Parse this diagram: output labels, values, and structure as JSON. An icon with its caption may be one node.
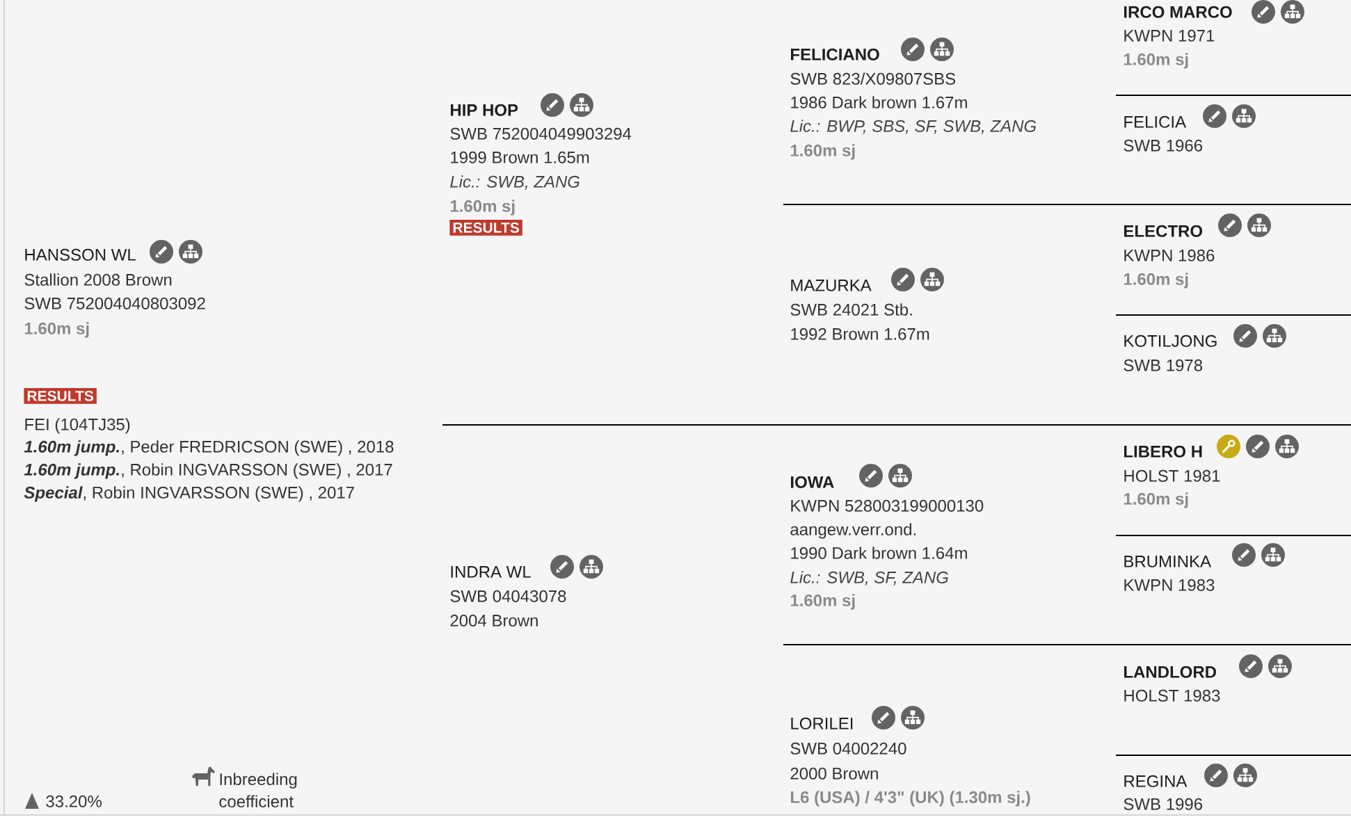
{
  "diagram": {
    "nodes": [
      {
        "text": [
          "HANSSON WL",
          "Stallion 2008 Brown",
          "SWB 752004040803092",
          "1.60m sj",
          "RESULTS",
          "FEI (104TJ35)",
          "**1.60m jump.**, Peder FREDRICSON (SWE) , 2018",
          "**1.60m jump.**, Robin INGVARSSON (SWE) , 2017",
          "**Special**, Robin INGVARSSON (SWE) , 2017"
        ]
      },
      {
        "text": [
          "HIP HOP",
          "SWB 752004049903294",
          "1999 Brown 1.65m",
          "Lic.: SWB, ZANG",
          "1.60m sj",
          "RESULTS"
        ]
      },
      {
        "text": [
          "INDRA WL",
          "SWB 04043078",
          "2004 Brown"
        ]
      },
      {
        "text": [
          "FELICIANO",
          "SWB 823/X09807SBS",
          "1986 Dark brown 1.67m",
          "Lic.: BWP, SBS, SF, SWB, ZANG",
          "1.60m sj"
        ]
      },
      {
        "text": [
          "MAZURKA",
          "SWB 24021 Stb.",
          "1992 Brown 1.67m"
        ]
      },
      {
        "text": [
          "IOWA",
          "KWPN 528003199000130",
          "aangew.verr.ond.",
          "1990 Dark brown 1.64m",
          "Lic.: SWB, SF, ZANG",
          "1.60m sj"
        ]
      },
      {
        "text": [
          "LORILEI",
          "SWB 04002240",
          "2000 Brown",
          "L6 (USA) / 4'3\" (UK) (1.30m sj.)"
        ]
      },
      {
        "text": [
          "IRCO MARCO",
          "KWPN 1971",
          "1.60m sj"
        ]
      },
      {
        "text": [
          "FELICIA",
          "SWB 1966"
        ]
      },
      {
        "text": [
          "ELECTRO",
          "KWPN 1986",
          "1.60m sj"
        ]
      },
      {
        "text": [
          "KOTILJONG",
          "SWB 1978"
        ]
      },
      {
        "text": [
          "LIBERO H",
          "HOLST 1981",
          "1.60m sj"
        ]
      },
      {
        "text": [
          "BRUMINKA",
          "KWPN 1983"
        ]
      },
      {
        "text": [
          "LANDLORD",
          "HOLST 1983"
        ]
      },
      {
        "text": [
          "REGINA",
          "SWB 1996"
        ]
      }
    ],
    "labels": [
      "33.20%",
      "Inbreeding coefficient"
    ]
  }
}
